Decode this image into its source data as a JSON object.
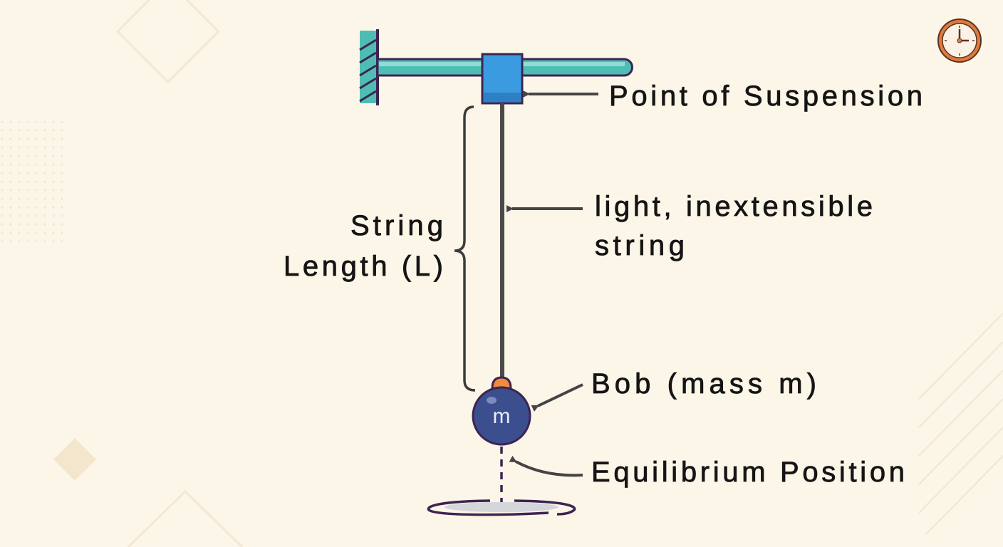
{
  "labels": {
    "suspension": "Point of Suspension",
    "string_line1": "light, inextensible",
    "string_line2": "string",
    "length_line1": "String",
    "length_line2": "Length (L)",
    "bob": "Bob (mass m)",
    "bob_mass": "m",
    "equilibrium": "Equilibrium Position"
  },
  "icons": {
    "top_right": "clock-icon"
  },
  "colors": {
    "background": "#fcf6e8",
    "rod": "#4fbdb4",
    "outline": "#3d2452",
    "block": "#3a9be0",
    "bob": "#3b4f8f",
    "bob_cap": "#f08a3c",
    "clock": "#e07a3c"
  }
}
